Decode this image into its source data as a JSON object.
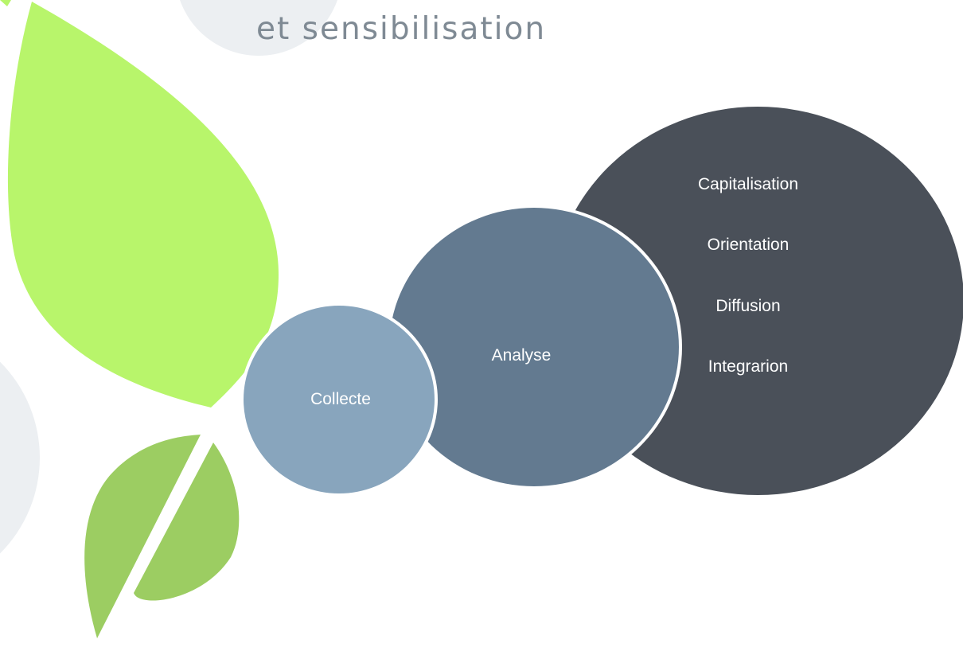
{
  "title": "et sensibilisation",
  "diagram": {
    "inner_label": "Collecte",
    "middle_label": "Analyse",
    "outer_items": [
      "Capitalisation",
      "Orientation",
      "Diffusion",
      "Integrarion"
    ]
  },
  "colors": {
    "background": "#ffffff",
    "title": "#7f8a94",
    "decor_circle": "#eceff2",
    "leaf_large": "#b8f56b",
    "leaf_small": "#9ccd62",
    "outer_circle": "#4a5059",
    "middle_circle": "#637a90",
    "inner_circle": "#88a5bd",
    "circle_text": "#ffffff"
  }
}
